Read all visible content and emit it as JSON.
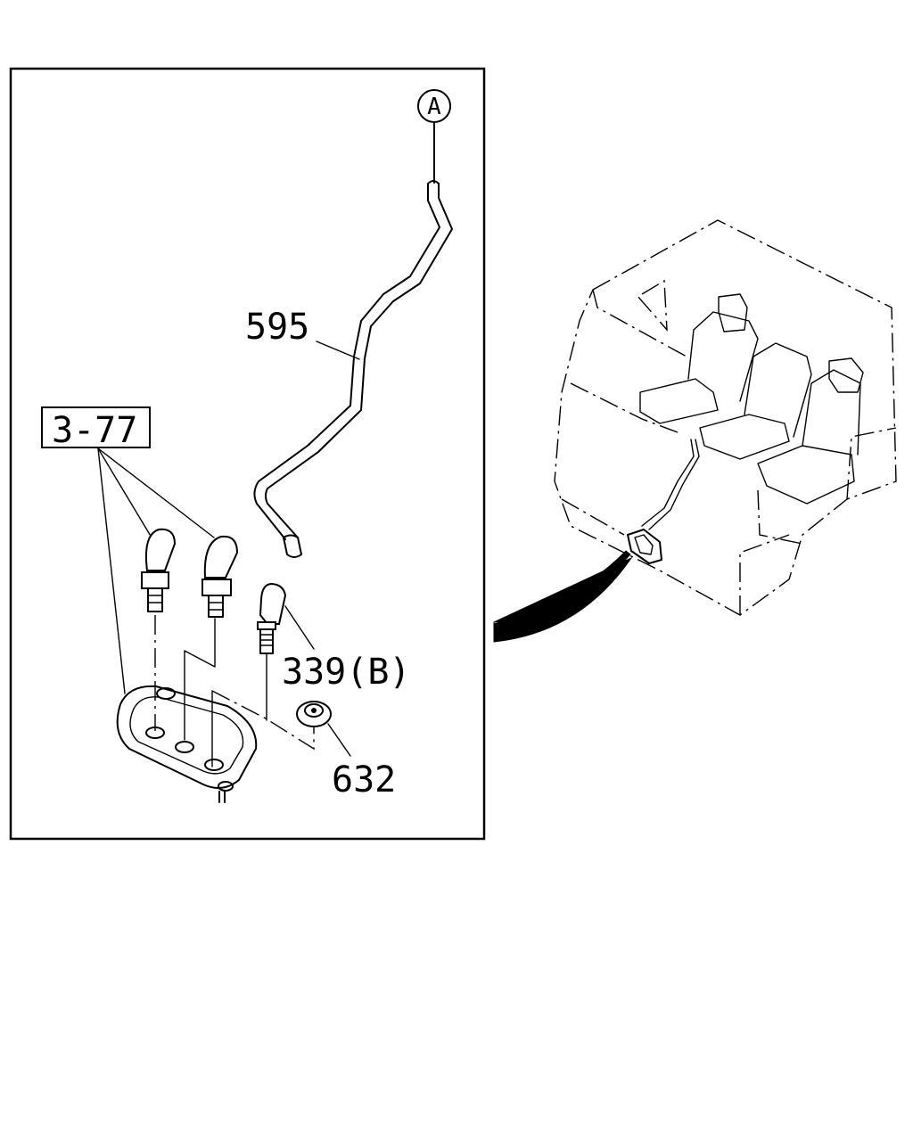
{
  "diagram": {
    "callout_circle": "A",
    "labels": {
      "hose": "595",
      "hose_fitting": "339(B)",
      "grommet": "632",
      "reference": "3-77"
    }
  }
}
